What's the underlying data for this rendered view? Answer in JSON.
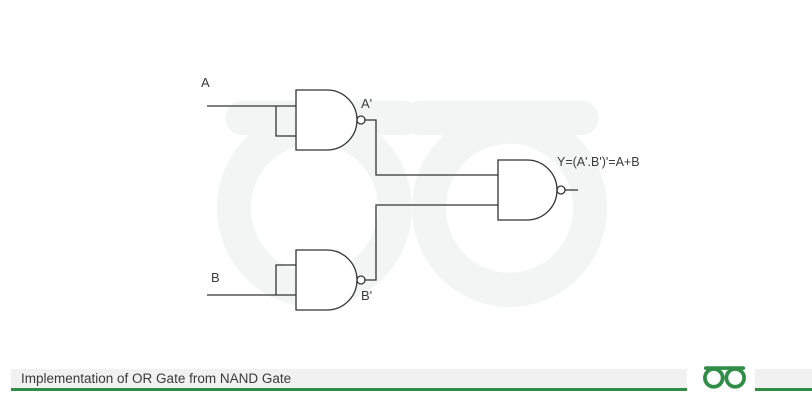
{
  "diagram": {
    "labels": {
      "input_a": "A",
      "input_b": "B",
      "not_a": "A'",
      "not_b": "B'",
      "output": "Y=(A'.B')'=A+B"
    }
  },
  "footer": {
    "caption": "Implementation of OR Gate from NAND Gate"
  },
  "icons": {
    "watermark": "geeksforgeeks-watermark",
    "logo": "geeksforgeeks-logo"
  },
  "colors": {
    "brand_green": "#2f8d46",
    "line": "#333333",
    "text": "#3a3a3a",
    "footer_bar_bg": "#f1f1f1"
  }
}
